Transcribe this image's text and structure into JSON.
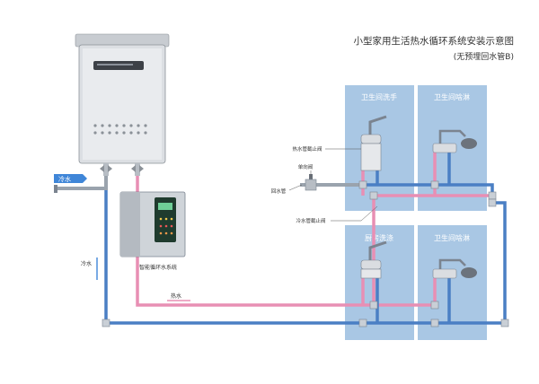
{
  "title": "小型家用生活热水循环系统安装示意图",
  "subtitle": "(无预埋回水管B)",
  "zones": [
    {
      "label": "卫生间洗手"
    },
    {
      "label": "卫生间啥淋"
    },
    {
      "label": "厨房洗涤"
    },
    {
      "label": "卫生间啥淋"
    }
  ],
  "labels": {
    "cold_water_tag": "冷水",
    "cold_water_side": "冷水",
    "hot_water": "热水",
    "hot_pipe_cap": "热水管截止阀",
    "check_valve": "单向阀",
    "return_pipe": "回水管",
    "cold_pipe_cap": "冷水管截止阀",
    "circulation_system": "智能循环水系统"
  },
  "colors": {
    "hot": "#e88fb4",
    "cold": "#4a7fc4",
    "zone": "#a9c7e4"
  }
}
